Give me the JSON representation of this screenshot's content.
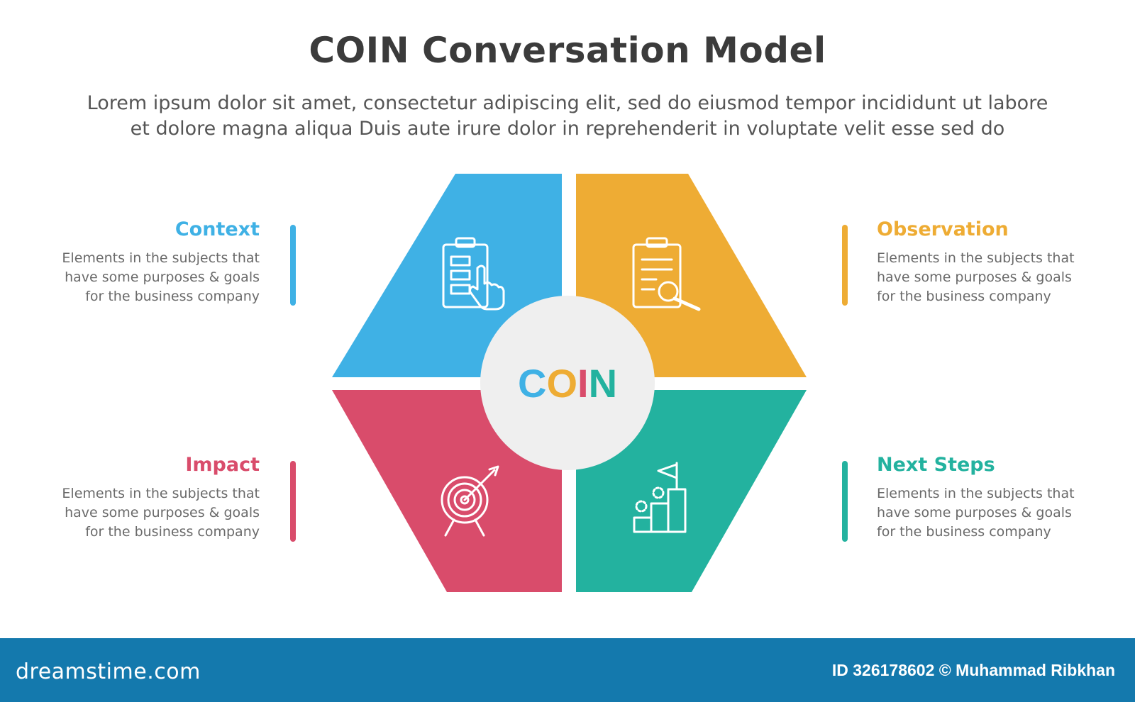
{
  "title": "COIN Conversation Model",
  "subtitle": {
    "line1": "Lorem ipsum dolor sit amet, consectetur adipiscing elit, sed do eiusmod tempor incididunt ut labore",
    "line2": "et dolore magna aliqua Duis aute irure dolor in reprehenderit in voluptate velit esse sed do"
  },
  "center": {
    "letters": [
      "C",
      "O",
      "I",
      "N"
    ],
    "letter_colors": [
      "#3fb1e5",
      "#eeac34",
      "#d94c6b",
      "#23b29f"
    ]
  },
  "items": [
    {
      "id": "context",
      "title": "Context",
      "color": "#3fb1e5",
      "icon": "clipboard-hand-icon",
      "desc": [
        "Elements in the subjects that",
        "have  some purposes & goals",
        "for the  business company"
      ]
    },
    {
      "id": "observation",
      "title": "Observation",
      "color": "#eeac34",
      "icon": "clipboard-magnifier-icon",
      "desc": [
        "Elements in the subjects that",
        "have  some purposes & goals",
        "for the  business company"
      ]
    },
    {
      "id": "impact",
      "title": "Impact",
      "color": "#d94c6b",
      "icon": "target-arrow-icon",
      "desc": [
        "Elements in the subjects that",
        "have  some purposes & goals",
        "for the  business company"
      ]
    },
    {
      "id": "next-steps",
      "title": "Next Steps",
      "color": "#23b29f",
      "icon": "steps-flag-icon",
      "desc": [
        "Elements in the subjects that",
        "have  some purposes & goals",
        "for the  business company"
      ]
    }
  ],
  "footer": {
    "brand": "dreamstime.com",
    "credit": "ID 326178602 © Muhammad Ribkhan",
    "color": "#1479ad"
  }
}
